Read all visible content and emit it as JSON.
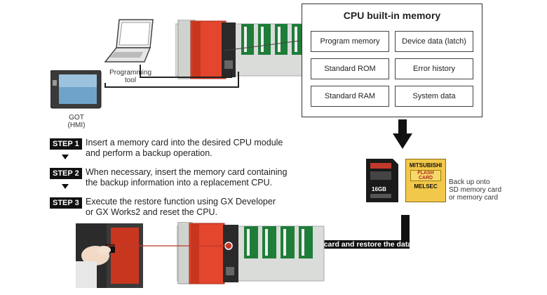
{
  "memory": {
    "title": "CPU built-in memory",
    "cells": [
      "Program memory",
      "Device data (latch)",
      "Standard ROM",
      "Error history",
      "Standard RAM",
      "System data"
    ]
  },
  "devices": {
    "programming_tool": "Programming\ntool",
    "got": "GOT\n(HMI)"
  },
  "steps": [
    {
      "badge": "STEP 1",
      "text": "Insert a memory card into the desired CPU module\nand perform a backup operation."
    },
    {
      "badge": "STEP 2",
      "text": "When necessary, insert the memory card containing\nthe backup information into a replacement CPU."
    },
    {
      "badge": "STEP 3",
      "text": "Execute the restore function using GX Developer\nor GX Works2 and reset the CPU."
    }
  ],
  "cards": {
    "sd_size": "16GB",
    "cf_brand": "MITSUBISHI",
    "cf_label1": "FLASH",
    "cf_label2": "CARD",
    "cf_bottom": "MELSEC",
    "caption": "Back up onto\nSD memory card\nor memory card"
  },
  "restore_label": "Install the memory card and restore the data.",
  "colors": {
    "cpu": "#e3452d",
    "module_green": "#1f7d3a",
    "rack": "#d9dcd9",
    "arrow": "#111111"
  }
}
